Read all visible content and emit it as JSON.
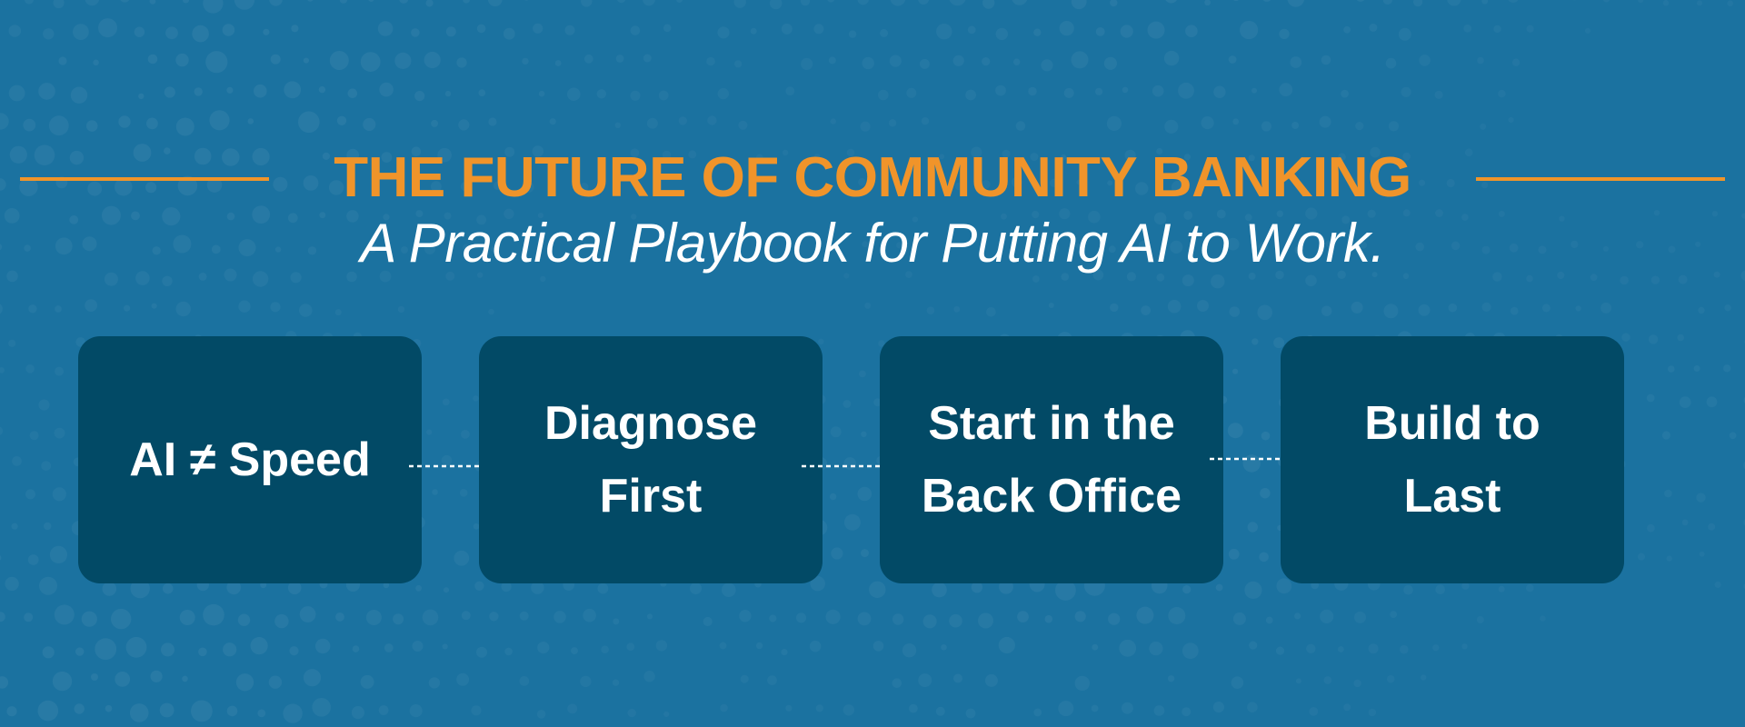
{
  "header": {
    "title": "THE FUTURE OF COMMUNITY BANKING",
    "subtitle": "A Practical Playbook for Putting AI to Work."
  },
  "steps": [
    {
      "label": "AI ≠ Speed"
    },
    {
      "label": "Diagnose\nFirst"
    },
    {
      "label": "Start in the\nBack Office"
    },
    {
      "label": "Build to\nLast"
    }
  ],
  "colors": {
    "background": "#1b72a0",
    "accent": "#f0942a",
    "box": "#024a66",
    "text": "#ffffff"
  }
}
